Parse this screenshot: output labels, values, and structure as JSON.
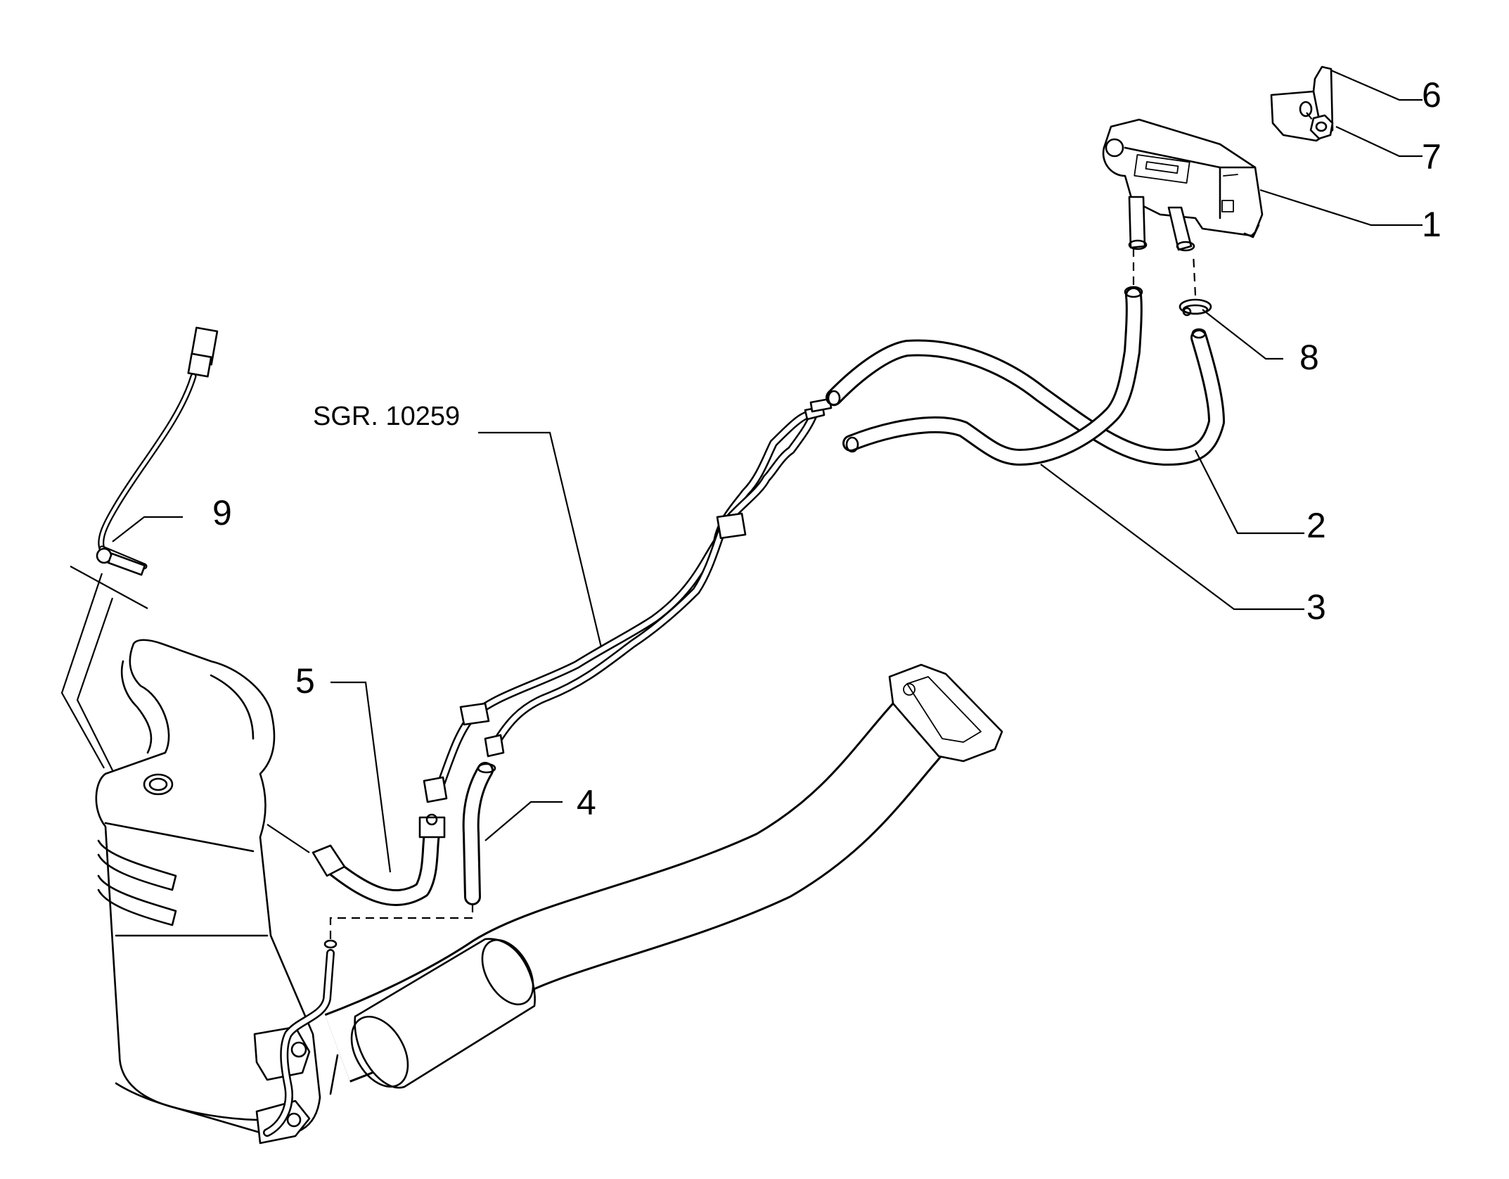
{
  "diagram": {
    "reference_label": "SGR. 10259",
    "callouts": [
      {
        "id": "callout-1",
        "number": "1"
      },
      {
        "id": "callout-2",
        "number": "2"
      },
      {
        "id": "callout-3",
        "number": "3"
      },
      {
        "id": "callout-4",
        "number": "4"
      },
      {
        "id": "callout-5",
        "number": "5"
      },
      {
        "id": "callout-6",
        "number": "6"
      },
      {
        "id": "callout-7",
        "number": "7"
      },
      {
        "id": "callout-8",
        "number": "8"
      },
      {
        "id": "callout-9",
        "number": "9"
      }
    ],
    "colors": {
      "line": "#000000",
      "background": "#ffffff"
    }
  }
}
